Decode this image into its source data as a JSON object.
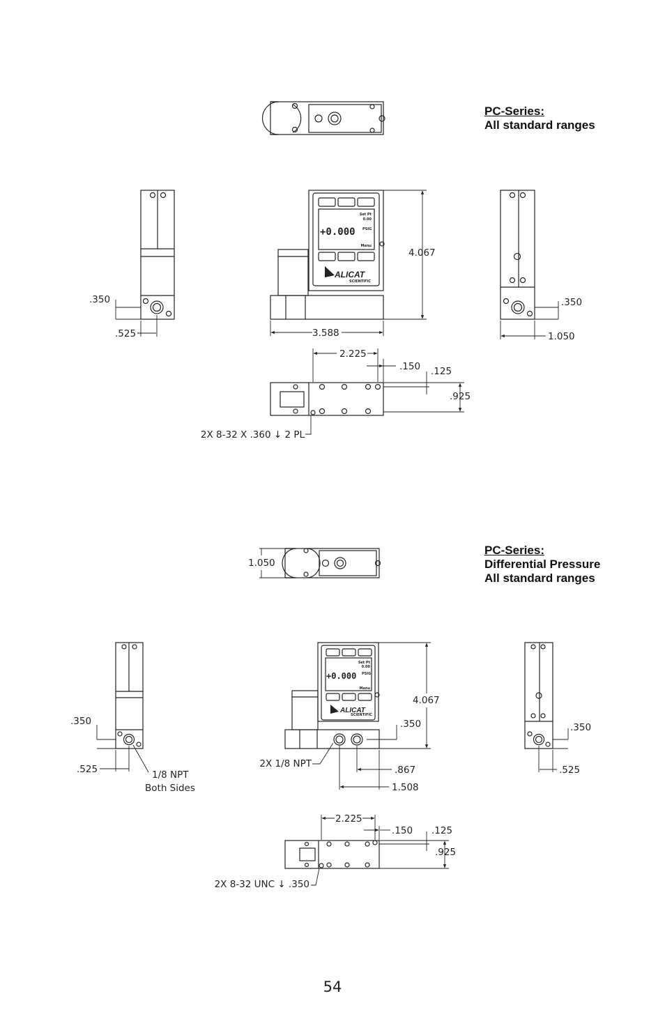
{
  "sections": [
    {
      "title": "PC-Series:",
      "subtitle_lines": [
        "All standard ranges"
      ],
      "dims": {
        "height": "4.067",
        "width": "3.588",
        "left_a": ".350",
        "left_b": ".525",
        "right_a": ".350",
        "right_b": "1.050",
        "bottom_a": "2.225",
        "bottom_b": ".150",
        "bottom_c": ".125",
        "bottom_d": ".925",
        "mount_note": "2X 8-32 X .360 ↓ 2 PL"
      }
    },
    {
      "title": "PC-Series:",
      "subtitle_lines": [
        "Differential Pressure",
        "All standard ranges"
      ],
      "dims": {
        "top_depth": "1.050",
        "height": "4.067",
        "port_a": ".350",
        "port_b": ".867",
        "port_c": "1.508",
        "port_note": "2X 1/8 NPT",
        "left_a": ".350",
        "left_b": ".525",
        "npt_note_1": "1/8 NPT",
        "npt_note_2": "Both Sides",
        "right_a": ".350",
        "right_b": ".525",
        "bottom_a": "2.225",
        "bottom_b": ".150",
        "bottom_c": ".125",
        "bottom_d": ".925",
        "mount_note": "2X 8-32 UNC  ↓ .350"
      }
    }
  ],
  "display": {
    "reading": "+0.000",
    "units": "PSIG",
    "setpoint_label": "Set Pt",
    "setpoint_value": "0.00",
    "menu": "Menu",
    "brand": "ALICAT",
    "brand_sub": "SCIENTIFIC"
  },
  "page_number": "54"
}
